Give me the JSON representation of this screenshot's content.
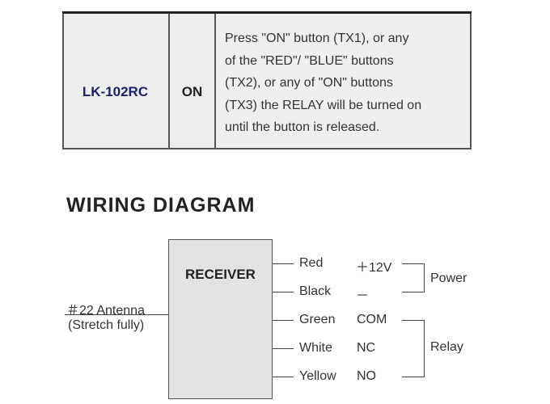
{
  "table": {
    "model": "LK-102RC",
    "state": "ON",
    "description_lines": [
      "Press \"ON\" button (TX1), or any",
      "of the \"RED\"/ \"BLUE\" buttons",
      "(TX2), or any of \"ON\" buttons",
      "(TX3) the RELAY will be turned on",
      "until the button is released."
    ]
  },
  "wiring": {
    "title": "WIRING DIAGRAM",
    "receiver_label": "RECEIVER",
    "antenna": {
      "line1": "＃22 Antenna",
      "line2": "(Stretch fully)"
    },
    "wires": [
      {
        "color": "Red",
        "signal": "＋12V"
      },
      {
        "color": "Black",
        "signal": "－"
      },
      {
        "color": "Green",
        "signal": "COM"
      },
      {
        "color": "White",
        "signal": "NC"
      },
      {
        "color": "Yellow",
        "signal": "NO"
      }
    ],
    "groups": {
      "power": "Power",
      "relay": "Relay"
    }
  }
}
